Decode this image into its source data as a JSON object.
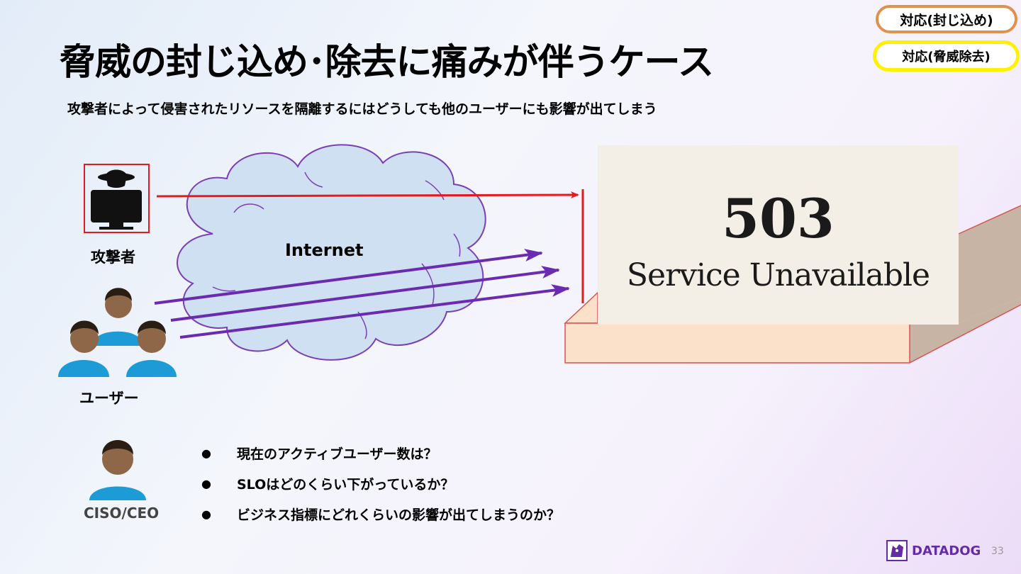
{
  "title": "脅威の封じ込め･除去に痛みが伴うケース",
  "subtitle": "攻撃者によって侵害されたリソースを隔離するにはどうしても他のユーザーにも影響が出てしまう",
  "badges": {
    "containment": "対応(封じ込め)",
    "eradication": "対応(脅威除去)"
  },
  "labels": {
    "attacker": "攻撃者",
    "users": "ユーザー",
    "ciso": "CISO/CEO",
    "internet": "Internet"
  },
  "error": {
    "code": "503",
    "text": "Service Unavailable"
  },
  "bullets": [
    "現在のアクティブユーザー数は？",
    "SLOはどのくらい下がっているか？",
    "ビジネス指標にどれくらいの影響が出てしまうのか？"
  ],
  "footer": {
    "brand": "DATADOG",
    "page": "33"
  },
  "colors": {
    "attack_arrow": "#e31b1b",
    "user_arrow": "#6a2bb0",
    "cloud_fill": "#cfe0f3",
    "cloud_stroke": "#7a3fb5",
    "user_shirt": "#1c9bd6",
    "skin": "#8d6748"
  }
}
